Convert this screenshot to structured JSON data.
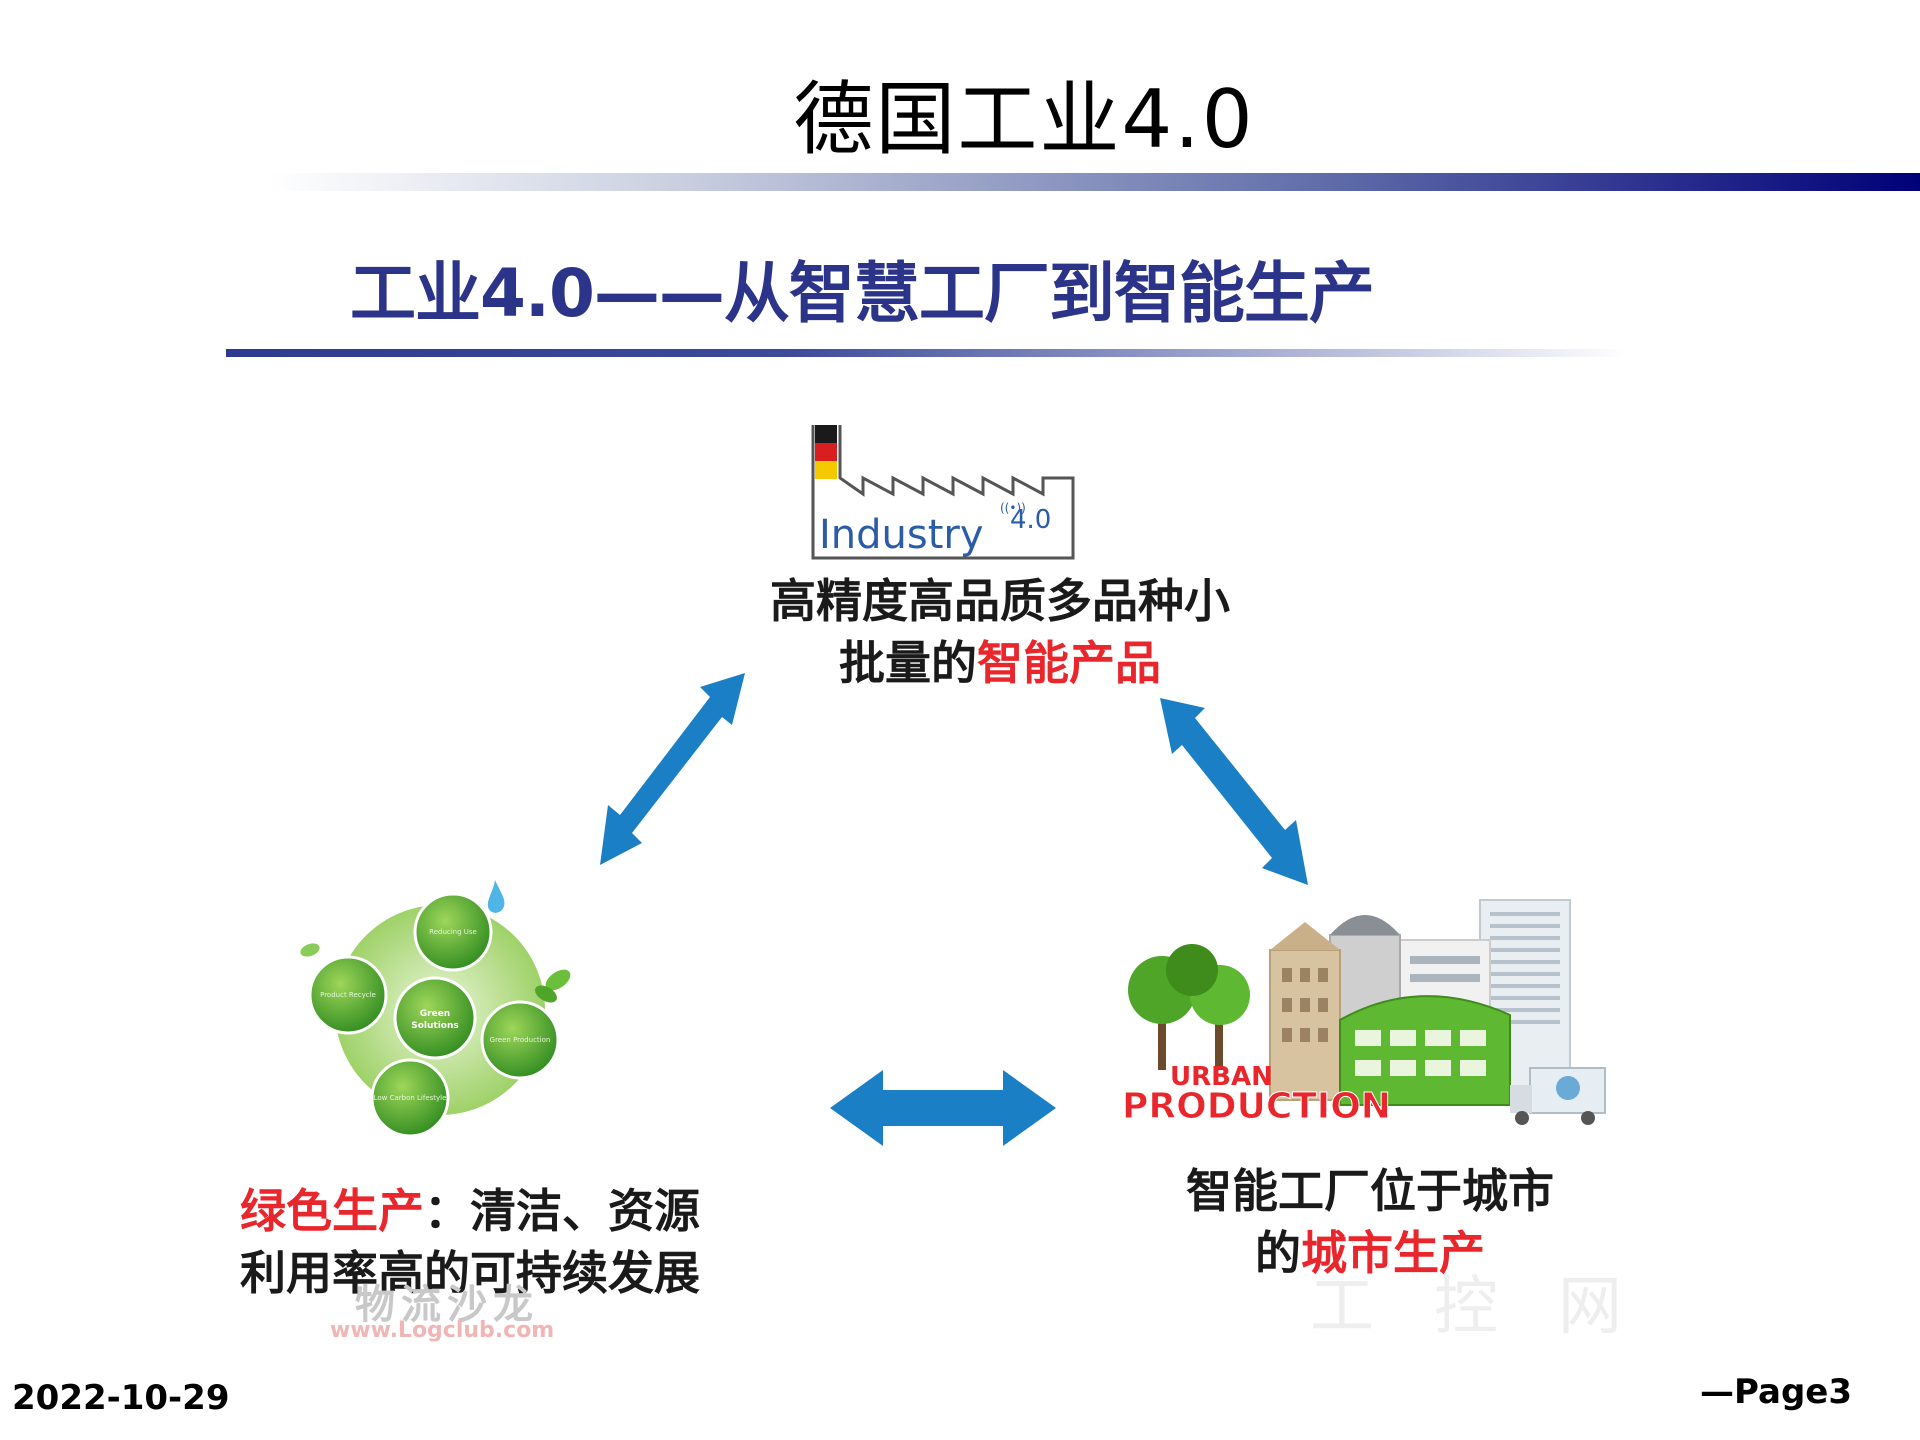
{
  "slide": {
    "title": "德国工业4.0",
    "footer_date": "2022-10-29",
    "footer_page": "—Page3"
  },
  "figure": {
    "subtitle": "工业4.0——从智慧工厂到智能生产",
    "top": {
      "logo_text": "Industry",
      "logo_version": "4.0",
      "line1": "高精度高品质多品种小",
      "line2_plain": "批量的",
      "line2_red": "智能产品"
    },
    "left": {
      "red": "绿色生产",
      "line1_rest": "：清洁、资源",
      "line2": "利用率高的可持续发展",
      "circle_center": "Green Solutions",
      "circle_labels": [
        "Reducing Use",
        "Product Recycle",
        "Green Production",
        "Low Carbon Lifestyle"
      ]
    },
    "right": {
      "urban": "URBAN",
      "production": "PRODUCTION",
      "line1": "智能工厂位于城市",
      "line2_plain": "的",
      "line2_red": "城市生产"
    },
    "watermark_left": "物流沙龙",
    "watermark_left_url": "www.Logclub.com",
    "watermark_right": "工控网"
  },
  "colors": {
    "title_rule_end": "#000078",
    "subtitle_color": "#2b3488",
    "arrow_blue": "#1a7fc4",
    "highlight_red": "#e8262b",
    "green": "#5fb832"
  }
}
